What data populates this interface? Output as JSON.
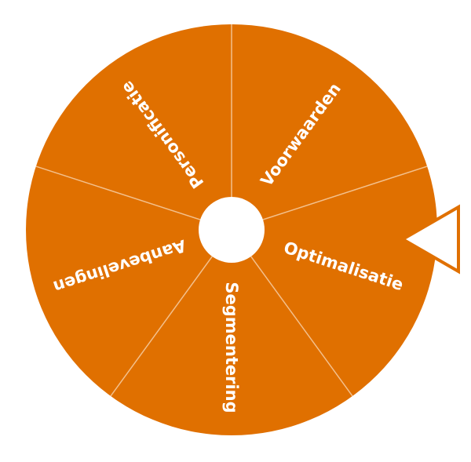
{
  "wheel": {
    "colors": {
      "segment": "#E07000",
      "divider": "#F3C08C",
      "hub": "#FFFFFF",
      "pointer_fill": "#FFFFFF",
      "pointer_stroke": "#E07000",
      "text": "#FFFFFF"
    },
    "segments": [
      {
        "label": "Voorwaarden"
      },
      {
        "label": "Optimalisatie"
      },
      {
        "label": "Segmentering"
      },
      {
        "label": "Aanbevelingen"
      },
      {
        "label": "Personificatie"
      }
    ],
    "pointer": {
      "icon": "triangle-pointer-icon",
      "points_at": "Optimalisatie"
    }
  }
}
